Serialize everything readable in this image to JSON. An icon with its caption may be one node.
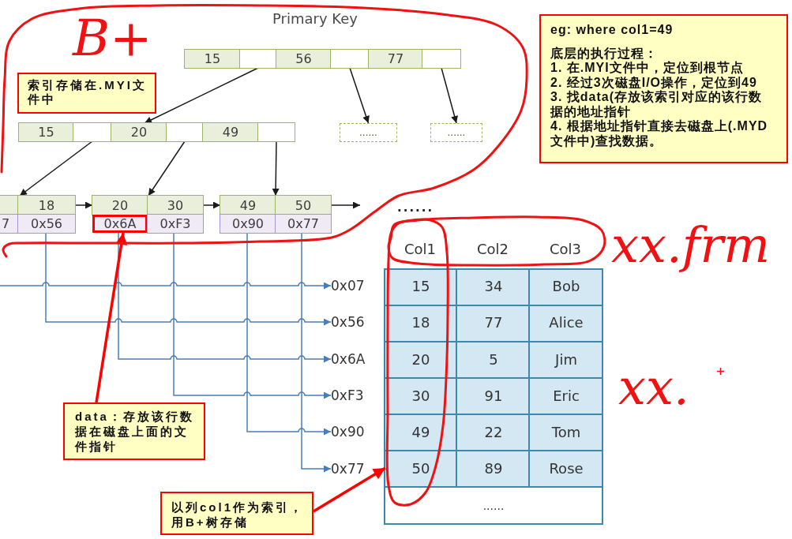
{
  "diagram": {
    "nodes": [
      {
        "text": [
          "B+"
        ]
      },
      {
        "text": [],
        "shape": "box",
        "in": 0
      },
      {
        "text": [
          "15"
        ],
        "in": 1
      },
      {
        "text": [],
        "shape": "box",
        "in": 1
      },
      {
        "text": [
          "56"
        ],
        "in": 1
      },
      {
        "text": [],
        "shape": "box",
        "in": 1
      },
      {
        "text": [
          "77"
        ],
        "in": 1
      },
      {
        "text": [],
        "shape": "box",
        "in": 1
      },
      {
        "text": [],
        "shape": "box",
        "in": 0
      },
      {
        "text": [
          "15"
        ],
        "in": 8
      },
      {
        "text": [],
        "shape": "box",
        "in": 8
      },
      {
        "text": [
          "20"
        ],
        "in": 8
      },
      {
        "text": [],
        "shape": "box",
        "in": 8
      },
      {
        "text": [
          "49"
        ],
        "in": 8
      },
      {
        "text": [],
        "shape": "box",
        "in": 8
      },
      {
        "text": [
          "......"
        ],
        "in": 0
      },
      {
        "text": [
          "......"
        ],
        "in": 0
      },
      {
        "text": [],
        "shape": "box",
        "in": 0
      },
      {
        "text": [],
        "shape": "box",
        "in": 17
      },
      {
        "text": [
          "18"
        ],
        "in": 17
      },
      {
        "text": [
          "7"
        ],
        "in": 17
      },
      {
        "text": [
          "0x56"
        ],
        "in": 17
      },
      {
        "text": [],
        "shape": "box",
        "in": 0
      },
      {
        "text": [
          "20"
        ],
        "in": 22
      },
      {
        "text": [
          "30"
        ],
        "in": 22
      },
      {
        "text": [
          "0x6A"
        ],
        "in": 22
      },
      {
        "text": [
          "0xF3"
        ],
        "in": 22
      },
      {
        "text": [],
        "shape": "box",
        "in": 0
      },
      {
        "text": [
          "49"
        ],
        "in": 27
      },
      {
        "text": [
          "50"
        ],
        "in": 27
      },
      {
        "text": [
          "0x90"
        ],
        "in": 27
      },
      {
        "text": [
          "0x77"
        ],
        "in": 27
      },
      {
        "text": [
          "索引存储在.MYI文件中"
        ],
        "in": 0
      },
      {
        "text": [
          "0x07"
        ]
      },
      {
        "text": [
          "0x56"
        ]
      },
      {
        "text": [
          "0x6A"
        ]
      },
      {
        "text": [
          "0xF3"
        ]
      },
      {
        "text": [
          "0x90"
        ]
      },
      {
        "text": [
          "0x77"
        ]
      },
      {
        "text": [
          "data：存放该行数据在磁盘上面的文件指针"
        ]
      },
      {
        "text": [
          "以列col1作为索引，用B+树存储"
        ]
      },
      {
        "text": [
          "eg: where col1=49",
          "底层的执行过程：",
          "1. 在.MYI文件中，定位到根节点",
          "2. 经过3次磁盘I/O操作，定位到49",
          "3. 找data(存放该索引对应的该行数据的地址指针",
          "4. 根据地址指针直接去磁盘上(.MYD文件中)查找数据。"
        ]
      },
      {
        "text": [
          "Col1",
          "Col2",
          "Col3"
        ]
      },
      {
        "text": [],
        "shape": "ellipse"
      }
    ],
    "edges": [
      {
        "from": 3,
        "to": 8,
        "arrow": "to"
      },
      {
        "from": 5,
        "to": 15,
        "arrow": "to"
      },
      {
        "from": 7,
        "to": 16,
        "arrow": "to"
      },
      {
        "from": 10,
        "to": 17,
        "arrow": "to"
      },
      {
        "from": 12,
        "to": 22,
        "arrow": "to"
      },
      {
        "from": 14,
        "to": 27,
        "arrow": "to"
      },
      {
        "from": 17,
        "to": 22,
        "arrow": "to"
      },
      {
        "from": 22,
        "to": 27,
        "arrow": "to"
      },
      {
        "from": 27,
        "to": null,
        "arrow": "to"
      },
      {
        "from": null,
        "to": 33,
        "arrow": "to",
        "color": "#4a7ebb"
      },
      {
        "from": 21,
        "to": 34,
        "arrow": "to",
        "color": "#4a7ebb"
      },
      {
        "from": 25,
        "to": 35,
        "arrow": "to",
        "color": "#4a7ebb"
      },
      {
        "from": 26,
        "to": 36,
        "arrow": "to",
        "color": "#4a7ebb"
      },
      {
        "from": 30,
        "to": 37,
        "arrow": "to",
        "color": "#4a7ebb"
      },
      {
        "from": 31,
        "to": 38,
        "arrow": "to",
        "color": "#4a7ebb"
      },
      {
        "from": 39,
        "to": 25,
        "arrow": "to",
        "style": "thick",
        "color": "#ff0000"
      },
      {
        "from": 40,
        "to": 43,
        "arrow": "to",
        "style": "thick",
        "color": "#ff0000"
      }
    ],
    "labels": [
      "Primary Key",
      "......",
      "xx.frm",
      "15",
      "34",
      "Bob",
      "18",
      "77",
      "Alice",
      "20",
      "5",
      "Jim",
      "30",
      "91",
      "Eric",
      "xx.",
      "49",
      "22",
      "Tom",
      "50",
      "89",
      "Rose",
      "......"
    ]
  }
}
